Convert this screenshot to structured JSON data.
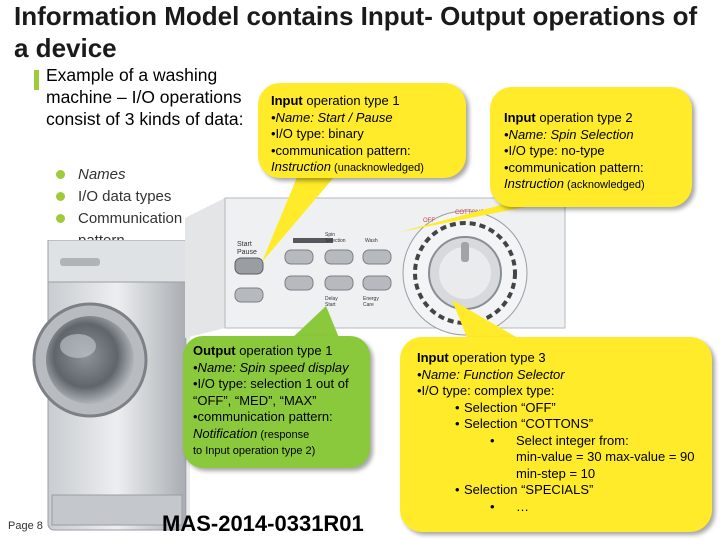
{
  "title": "Information Model contains Input- Output operations of a device",
  "intro": "Example of a washing machine – I/O operations consist of  3 kinds of data:",
  "sub_items": [
    {
      "text": "Names",
      "italic": true
    },
    {
      "text": "I/O data types",
      "italic": false
    },
    {
      "text": "Communication pattern",
      "italic": false
    }
  ],
  "callout_input1": {
    "head_bold": "Input",
    "head_rest": " operation type 1",
    "name": "•Name: Start / Pause",
    "io": "•I/O type: binary",
    "comm": "•communication pattern:",
    "comm_value": "Instruction",
    "comm_note": " (unacknowledged)"
  },
  "callout_input2": {
    "head_bold": "Input",
    "head_rest": " operation type 2",
    "name": "•Name: Spin Selection",
    "io": "•I/O type: no-type",
    "comm": "•communication pattern:",
    "comm_value": "Instruction",
    "comm_note": " (acknowledged)"
  },
  "callout_output1": {
    "head_bold": "Output",
    "head_rest": " operation type 1",
    "name": "•Name: Spin speed display",
    "io": "•I/O type: selection 1 out of",
    "options": "“OFF”, “MED”, “MAX”",
    "comm": "•communication pattern:",
    "comm_value": "Notification",
    "comm_note": " (response",
    "comm_note2": "to Input operation type 2)"
  },
  "callout_input3": {
    "head_bold": "Input",
    "head_rest": " operation type 3",
    "name": "•Name: Function Selector",
    "io": "•I/O type: complex type:",
    "bullet": "•",
    "sel1": "Selection “OFF”",
    "sel2": "Selection “COTTONS”",
    "int1": "Select integer from:",
    "int2": "min-value = 30 max-value = 90",
    "int3": "min-step = 10",
    "sel3": "Selection “SPECIALS”",
    "ellipsis": "…"
  },
  "panel": {
    "start_label": "Start\nPause",
    "btn_spin": "Spin\nSelection",
    "btn_wash": "Wash",
    "btn_delay": "Delay\nStart",
    "btn_energy": "Energy\nCare",
    "dial_off": "OFF",
    "dial_cotton": "COTTONS"
  },
  "footer": {
    "page": "Page 8",
    "doc_id": "MAS-2014-0331R01"
  },
  "colors": {
    "yellow_callout": "#ffeb2a",
    "green_callout": "#8bc93c",
    "bullet_green": "#9fca3a"
  }
}
